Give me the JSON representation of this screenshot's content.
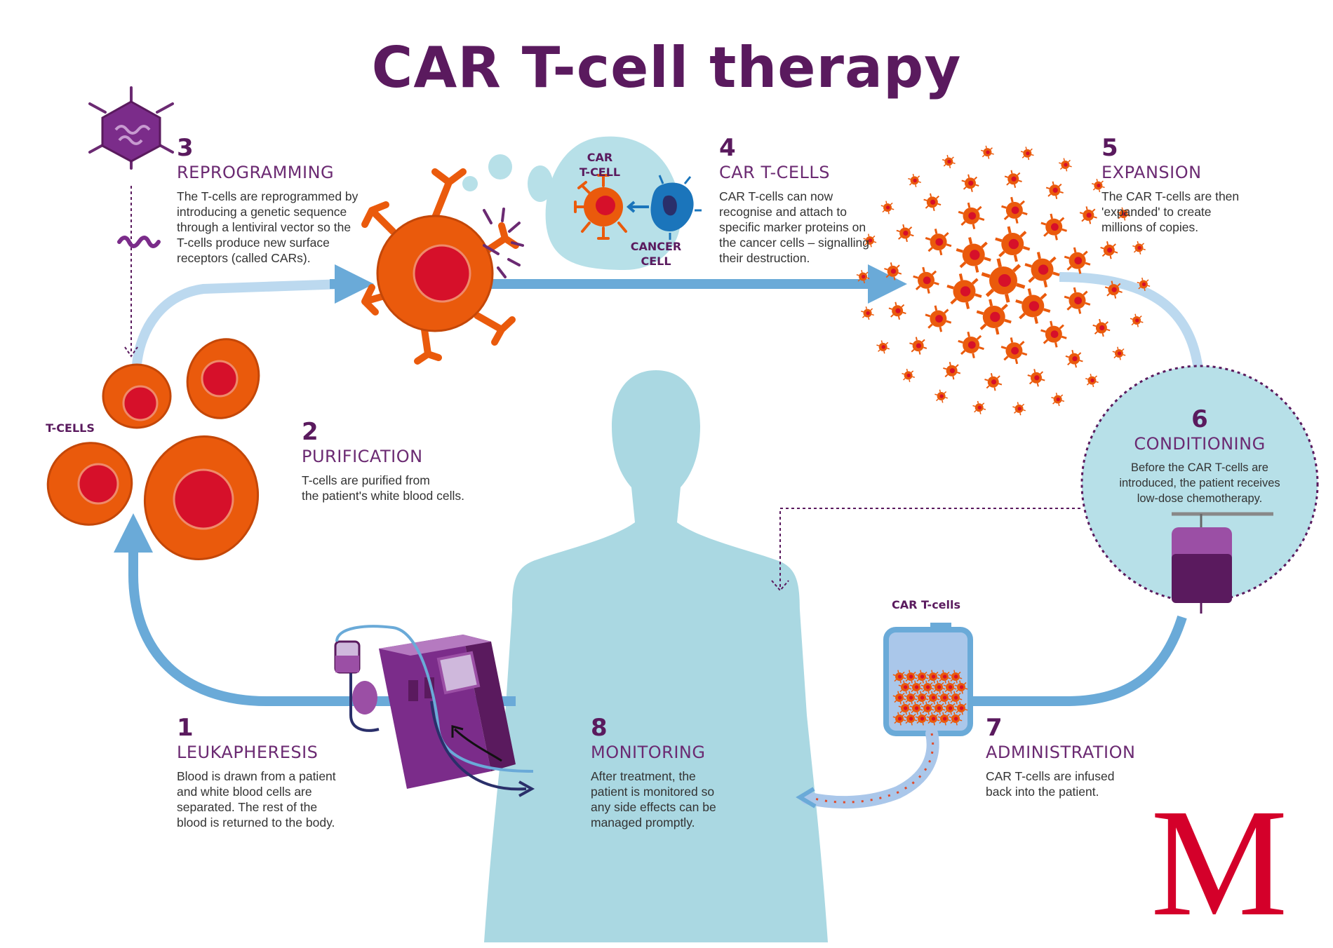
{
  "title": "CAR T-cell therapy",
  "steps": [
    {
      "num": "1",
      "heading": "LEUKAPHERESIS",
      "lines": [
        "Blood is drawn from a patient",
        "and white blood cells are",
        "separated. The rest of the",
        "blood is returned to the body."
      ]
    },
    {
      "num": "2",
      "heading": "PURIFICATION",
      "lines": [
        "T-cells are purified from",
        "the patient's white blood cells."
      ]
    },
    {
      "num": "3",
      "heading": "REPROGRAMMING",
      "lines": [
        "The T-cells are reprogrammed by",
        "introducing a genetic sequence",
        "through a lentiviral vector so the",
        "T-cells produce new surface",
        "receptors (called CARs)."
      ]
    },
    {
      "num": "4",
      "heading": "CAR T-CELLS",
      "lines": [
        "CAR T-cells can now",
        "recognise and attach to",
        "specific marker proteins on",
        "the cancer cells – signalling",
        "their destruction."
      ]
    },
    {
      "num": "5",
      "heading": "EXPANSION",
      "lines": [
        "The CAR T-cells are then",
        "'expanded' to create",
        "millions of copies."
      ]
    },
    {
      "num": "6",
      "heading": "CONDITIONING",
      "lines": [
        "Before the CAR T-cells are",
        "introduced, the patient receives",
        "low-dose chemotherapy."
      ]
    },
    {
      "num": "7",
      "heading": "ADMINISTRATION",
      "lines": [
        "CAR T-cells are infused",
        "back into the patient."
      ]
    },
    {
      "num": "8",
      "heading": "MONITORING",
      "lines": [
        "After treatment, the",
        "patient is monitored so",
        "any side effects can be",
        "managed promptly."
      ]
    }
  ],
  "labels": {
    "t_cells": "T-CELLS",
    "car_t_cell": [
      "CAR",
      "T-CELL"
    ],
    "cancer_cell": [
      "CANCER",
      "CELL"
    ],
    "bag_label": "CAR T-cells"
  },
  "logo_letter": "M",
  "colors": {
    "purple_dark": "#5a1a5e",
    "purple_text": "#6b2a72",
    "orange": "#ea5a0c",
    "red": "#d6102a",
    "blue_arrow": "#6aaad8",
    "blue_light": "#bcd9ef",
    "body_blue": "#aad8e2",
    "machine": "#7b2c8a",
    "logo_red": "#d4002a"
  }
}
